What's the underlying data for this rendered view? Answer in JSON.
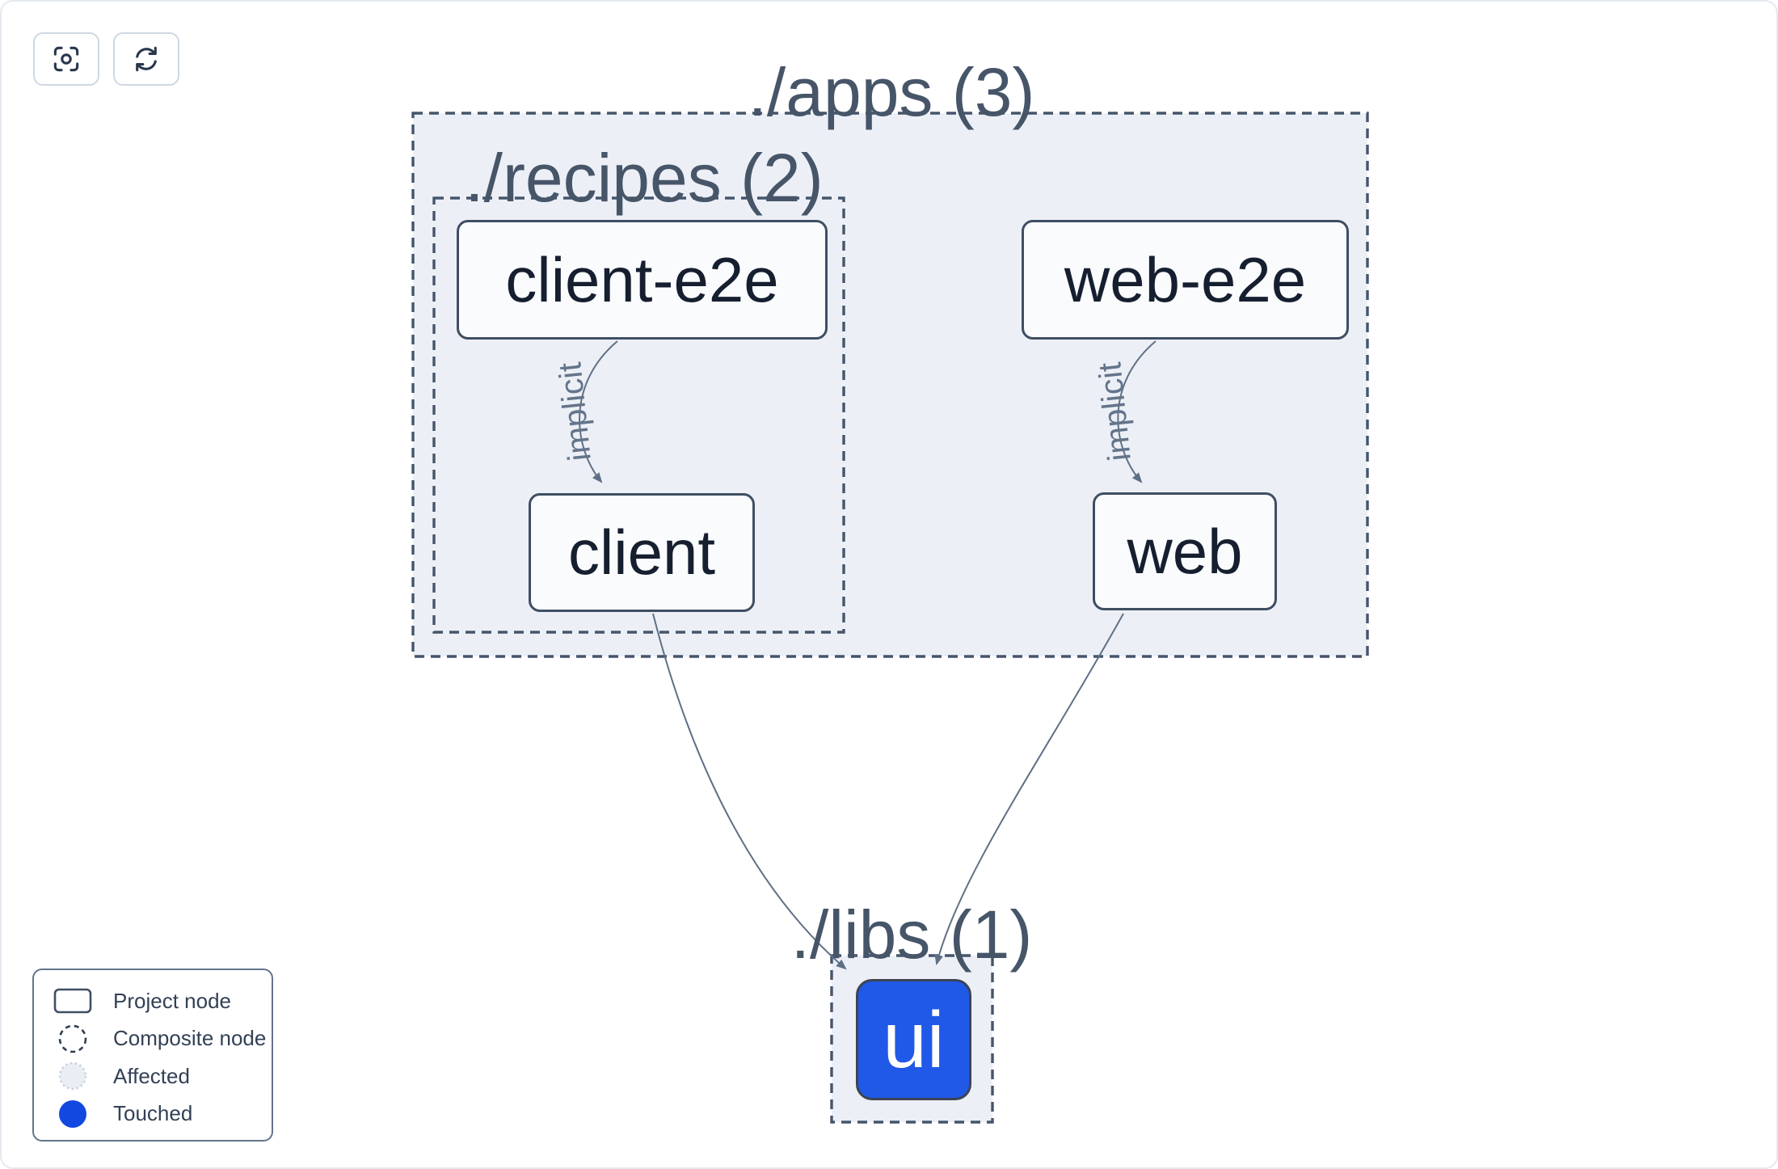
{
  "toolbar": {
    "buttons": [
      {
        "id": "focus",
        "icon": "crosshair-focus-icon"
      },
      {
        "id": "refresh",
        "icon": "refresh-icon"
      }
    ]
  },
  "graph": {
    "groups": [
      {
        "id": "apps",
        "label": "./apps (3)"
      },
      {
        "id": "recipes",
        "label": "./recipes (2)"
      },
      {
        "id": "libs",
        "label": "./libs (1)"
      }
    ],
    "nodes": [
      {
        "id": "client-e2e",
        "label": "client-e2e",
        "state": "normal"
      },
      {
        "id": "web-e2e",
        "label": "web-e2e",
        "state": "normal"
      },
      {
        "id": "client",
        "label": "client",
        "state": "normal"
      },
      {
        "id": "web",
        "label": "web",
        "state": "normal"
      },
      {
        "id": "ui",
        "label": "ui",
        "state": "touched"
      }
    ],
    "edges": [
      {
        "from": "client-e2e",
        "to": "client",
        "label": "implicit"
      },
      {
        "from": "web-e2e",
        "to": "web",
        "label": "implicit"
      },
      {
        "from": "client",
        "to": "ui",
        "label": ""
      },
      {
        "from": "web",
        "to": "ui",
        "label": ""
      }
    ]
  },
  "legend": {
    "items": [
      {
        "swatch": "project-node-swatch",
        "label": "Project node"
      },
      {
        "swatch": "composite-node-swatch",
        "label": "Composite node"
      },
      {
        "swatch": "affected-swatch",
        "label": "Affected"
      },
      {
        "swatch": "touched-swatch",
        "label": "Touched"
      }
    ]
  },
  "colors": {
    "touched_blue": "#1348e0",
    "touched_node_fill": "#2059e8",
    "container_fill": "#ecf0f6",
    "dashed_border": "#45556b",
    "edge": "#5f7086",
    "node_border": "#3f4e63",
    "title_text": "#475569",
    "node_text": "#161f2f"
  }
}
